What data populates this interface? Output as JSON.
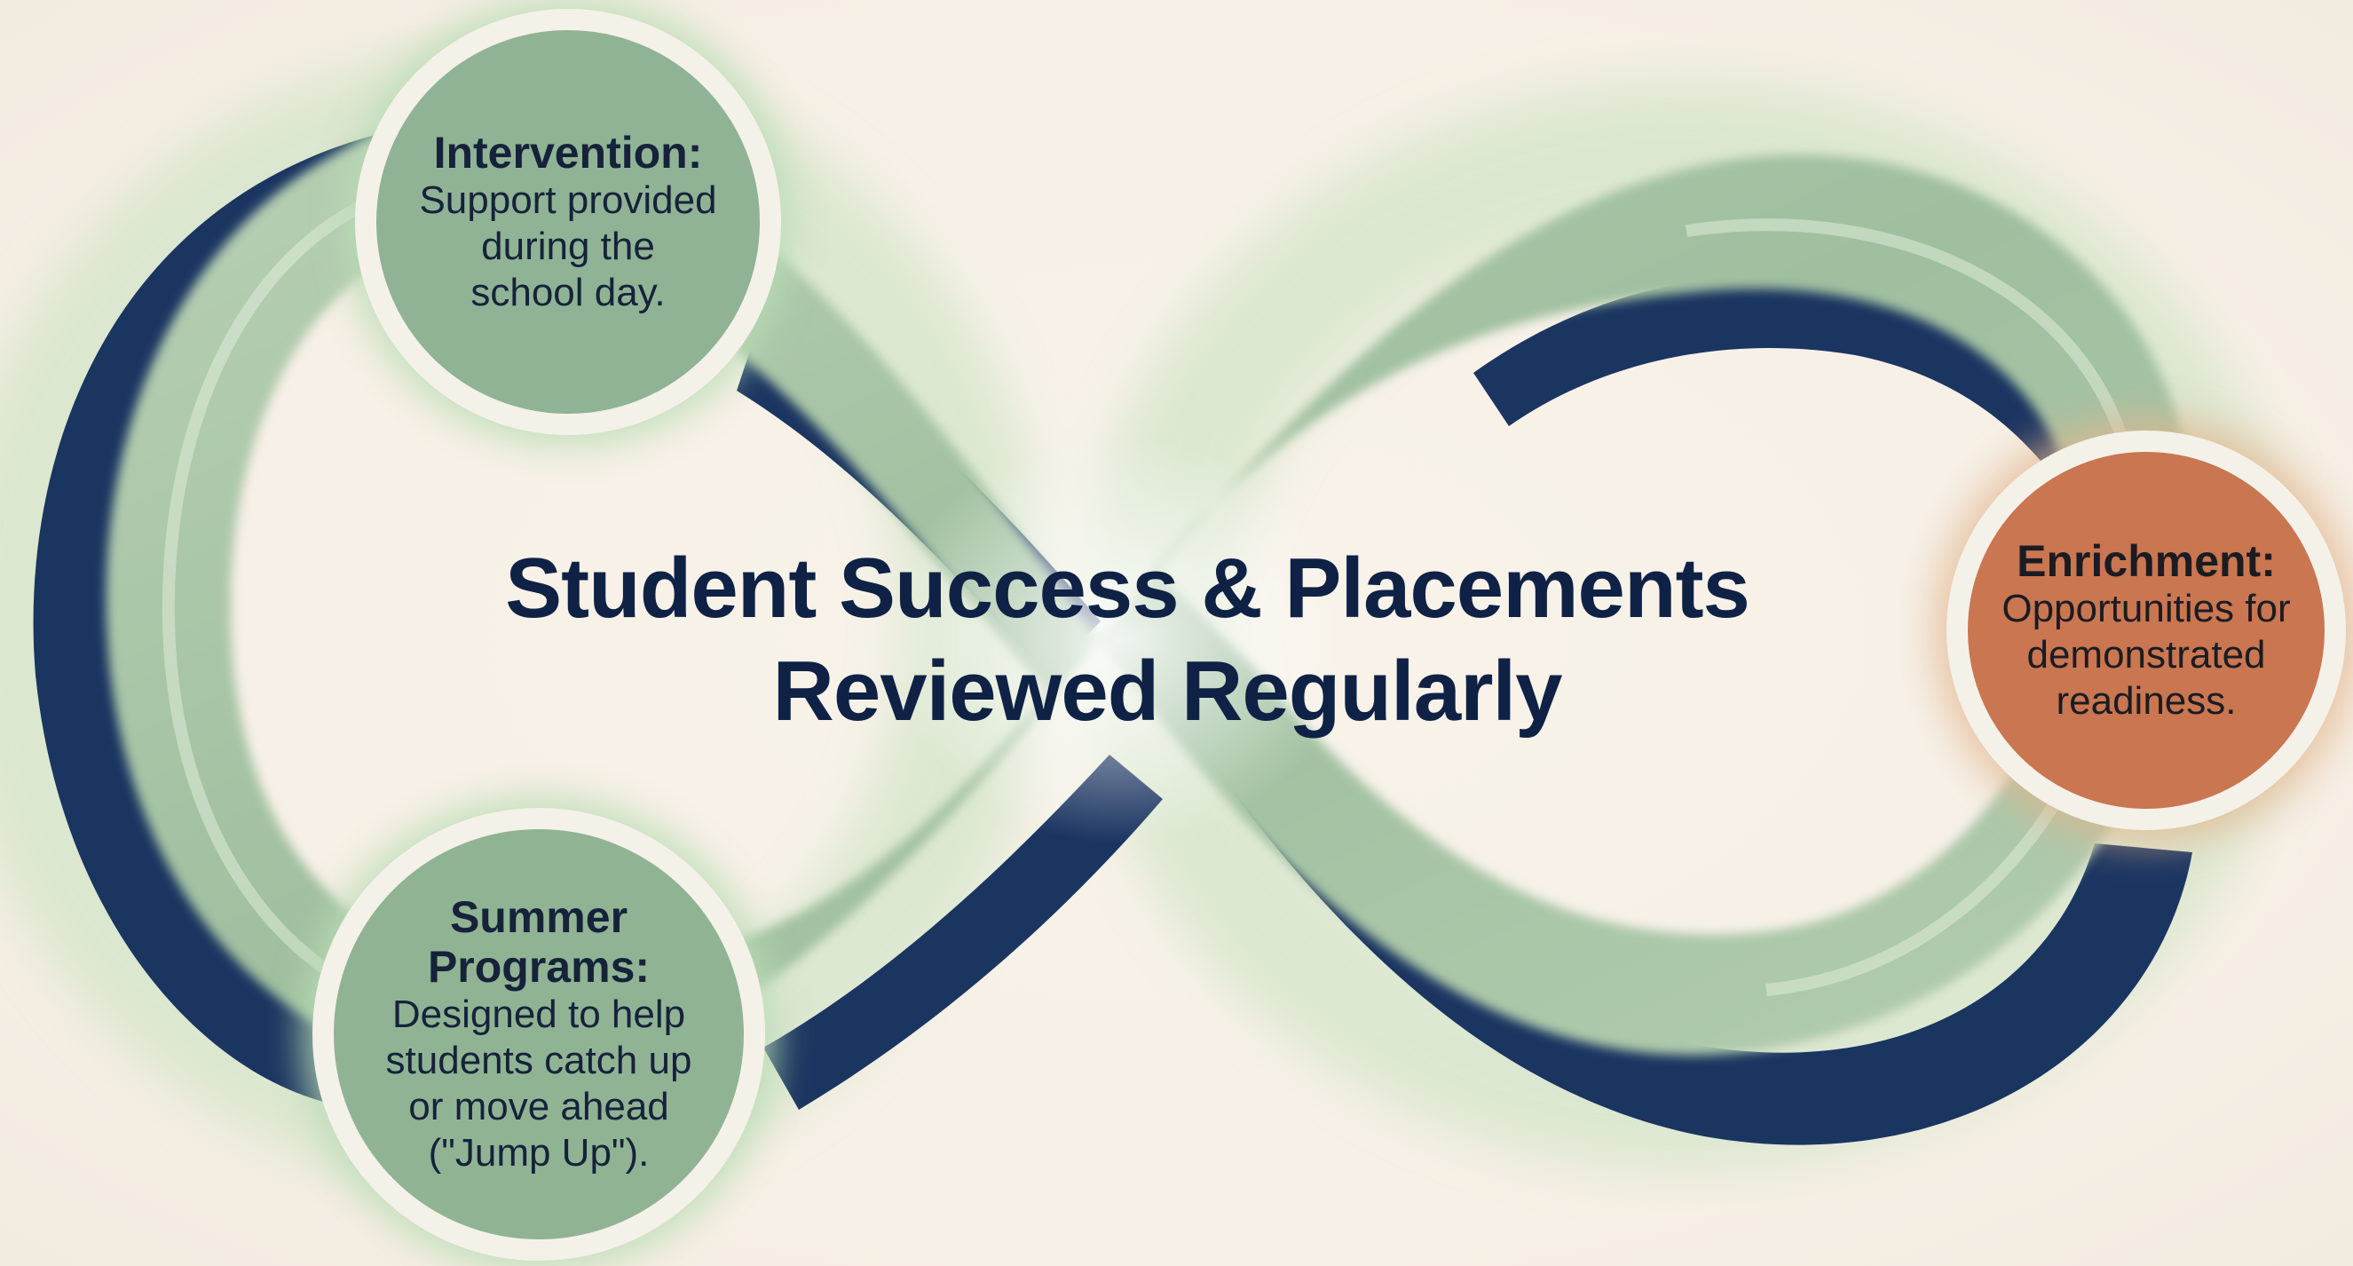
{
  "title": {
    "line1": "Student Success & Placements",
    "line2": "Reviewed Regularly"
  },
  "nodes": {
    "intervention": {
      "heading": "Intervention:",
      "body": [
        "Support provided",
        "during the",
        "school day."
      ]
    },
    "enrichment": {
      "heading": "Enrichment:",
      "body": [
        "Opportunities for",
        "demonstrated",
        "readiness."
      ]
    },
    "summer": {
      "heading": [
        "Summer",
        "Programs:"
      ],
      "body": [
        "Designed to help",
        "students catch up",
        "or move ahead",
        "(\"Jump Up\")."
      ]
    }
  },
  "colors": {
    "background": "#f7f1e8",
    "loop_light": "#a9c5a8",
    "loop_dark": "#1b3561",
    "node_green": "#8fb394",
    "node_orange": "#c97651",
    "title_text": "#0f2245"
  }
}
